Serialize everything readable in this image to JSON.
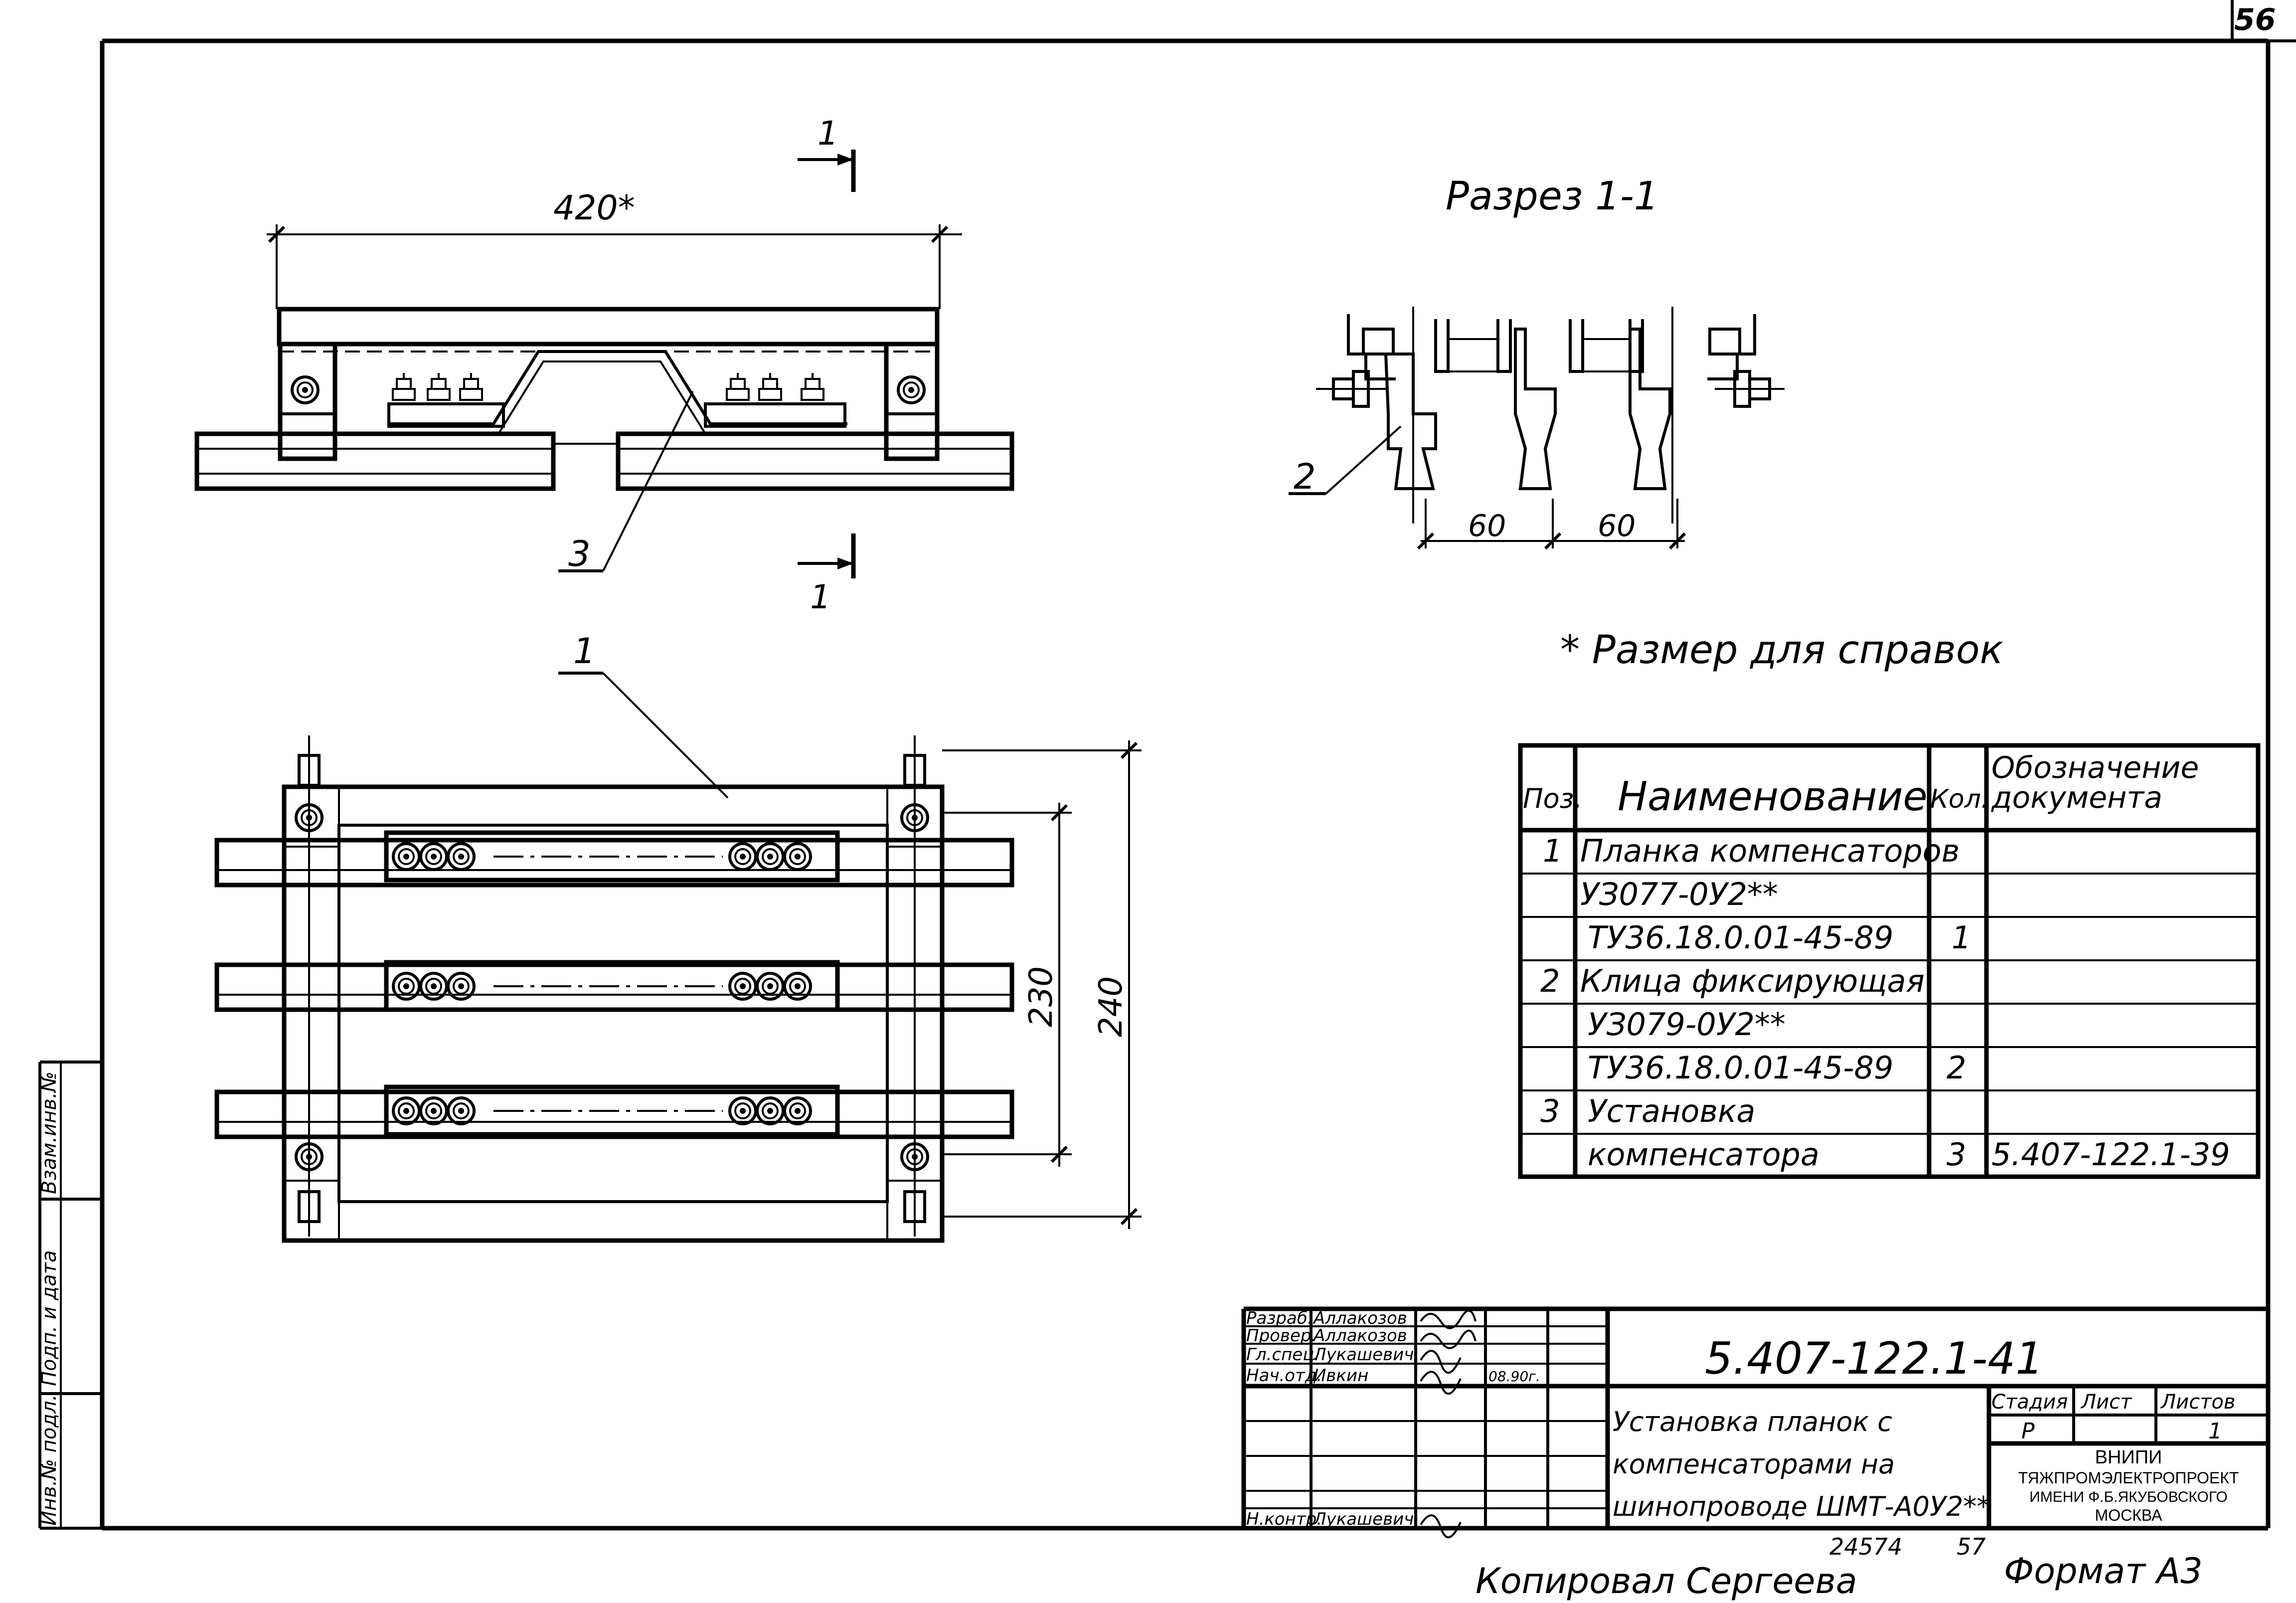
{
  "sheet": {
    "corner_number": "56",
    "format": "Формат А3",
    "copied_by": "Копировал Сергеева",
    "archive_number": "24574",
    "archive_suffix": "57"
  },
  "left_strip": {
    "inv_podl": "Инв.№ подл.",
    "podp_data": "Подп. и дата",
    "vzam_inv": "Взам.инв.№"
  },
  "drawing": {
    "section_mark_top": "1",
    "section_mark_bottom": "1",
    "dim_length": "420*",
    "callout_3": "3",
    "callout_1": "1",
    "callout_2": "2",
    "dim_230": "230",
    "dim_240": "240",
    "dim_60_a": "60",
    "dim_60_b": "60",
    "section_title": "Разрез 1-1",
    "reference_note": "* Размер для справок"
  },
  "spec_table": {
    "headers": [
      "Поз.",
      "Наименование",
      "Кол.",
      "Обозначение документа"
    ],
    "rows": [
      [
        "1",
        "Планка компенсаторов",
        "",
        ""
      ],
      [
        "",
        "УЗ077-0У2**",
        "",
        ""
      ],
      [
        "",
        "ТУ36.18.0.01-45-89",
        "1",
        ""
      ],
      [
        "2",
        "Клица фиксирующая",
        "",
        ""
      ],
      [
        "",
        "УЗ079-0У2**",
        "",
        ""
      ],
      [
        "",
        "ТУ36.18.0.01-45-89",
        "2",
        ""
      ],
      [
        "3",
        "Установка",
        "",
        ""
      ],
      [
        "",
        "компенсатора",
        "3",
        "5.407-122.1-39"
      ]
    ]
  },
  "title_block": {
    "doc_number": "5.407-122.1-41",
    "roles": [
      "Разраб.",
      "Провер.",
      "Гл.спец.",
      "Нач.отд.",
      "",
      "",
      "",
      "Н.контр."
    ],
    "names": [
      "Аллакозов",
      "Аллакозов",
      "Лукашевич",
      "Ивкин",
      "",
      "",
      "",
      "Лукашевич"
    ],
    "date": "08.90г.",
    "title_lines": [
      "Установка планок с",
      "компенсаторами на",
      "шинопроводе ШМТ-А0У2**"
    ],
    "stage_label": "Стадия",
    "sheet_label": "Лист",
    "sheets_label": "Листов",
    "stage_value": "Р",
    "sheets_value": "1",
    "org_lines": [
      "ВНИПИ",
      "ТЯЖПРОМЭЛЕКТРОПРОЕКТ",
      "ИМЕНИ Ф.Б.ЯКУБОВСКОГО",
      "МОСКВА"
    ]
  }
}
